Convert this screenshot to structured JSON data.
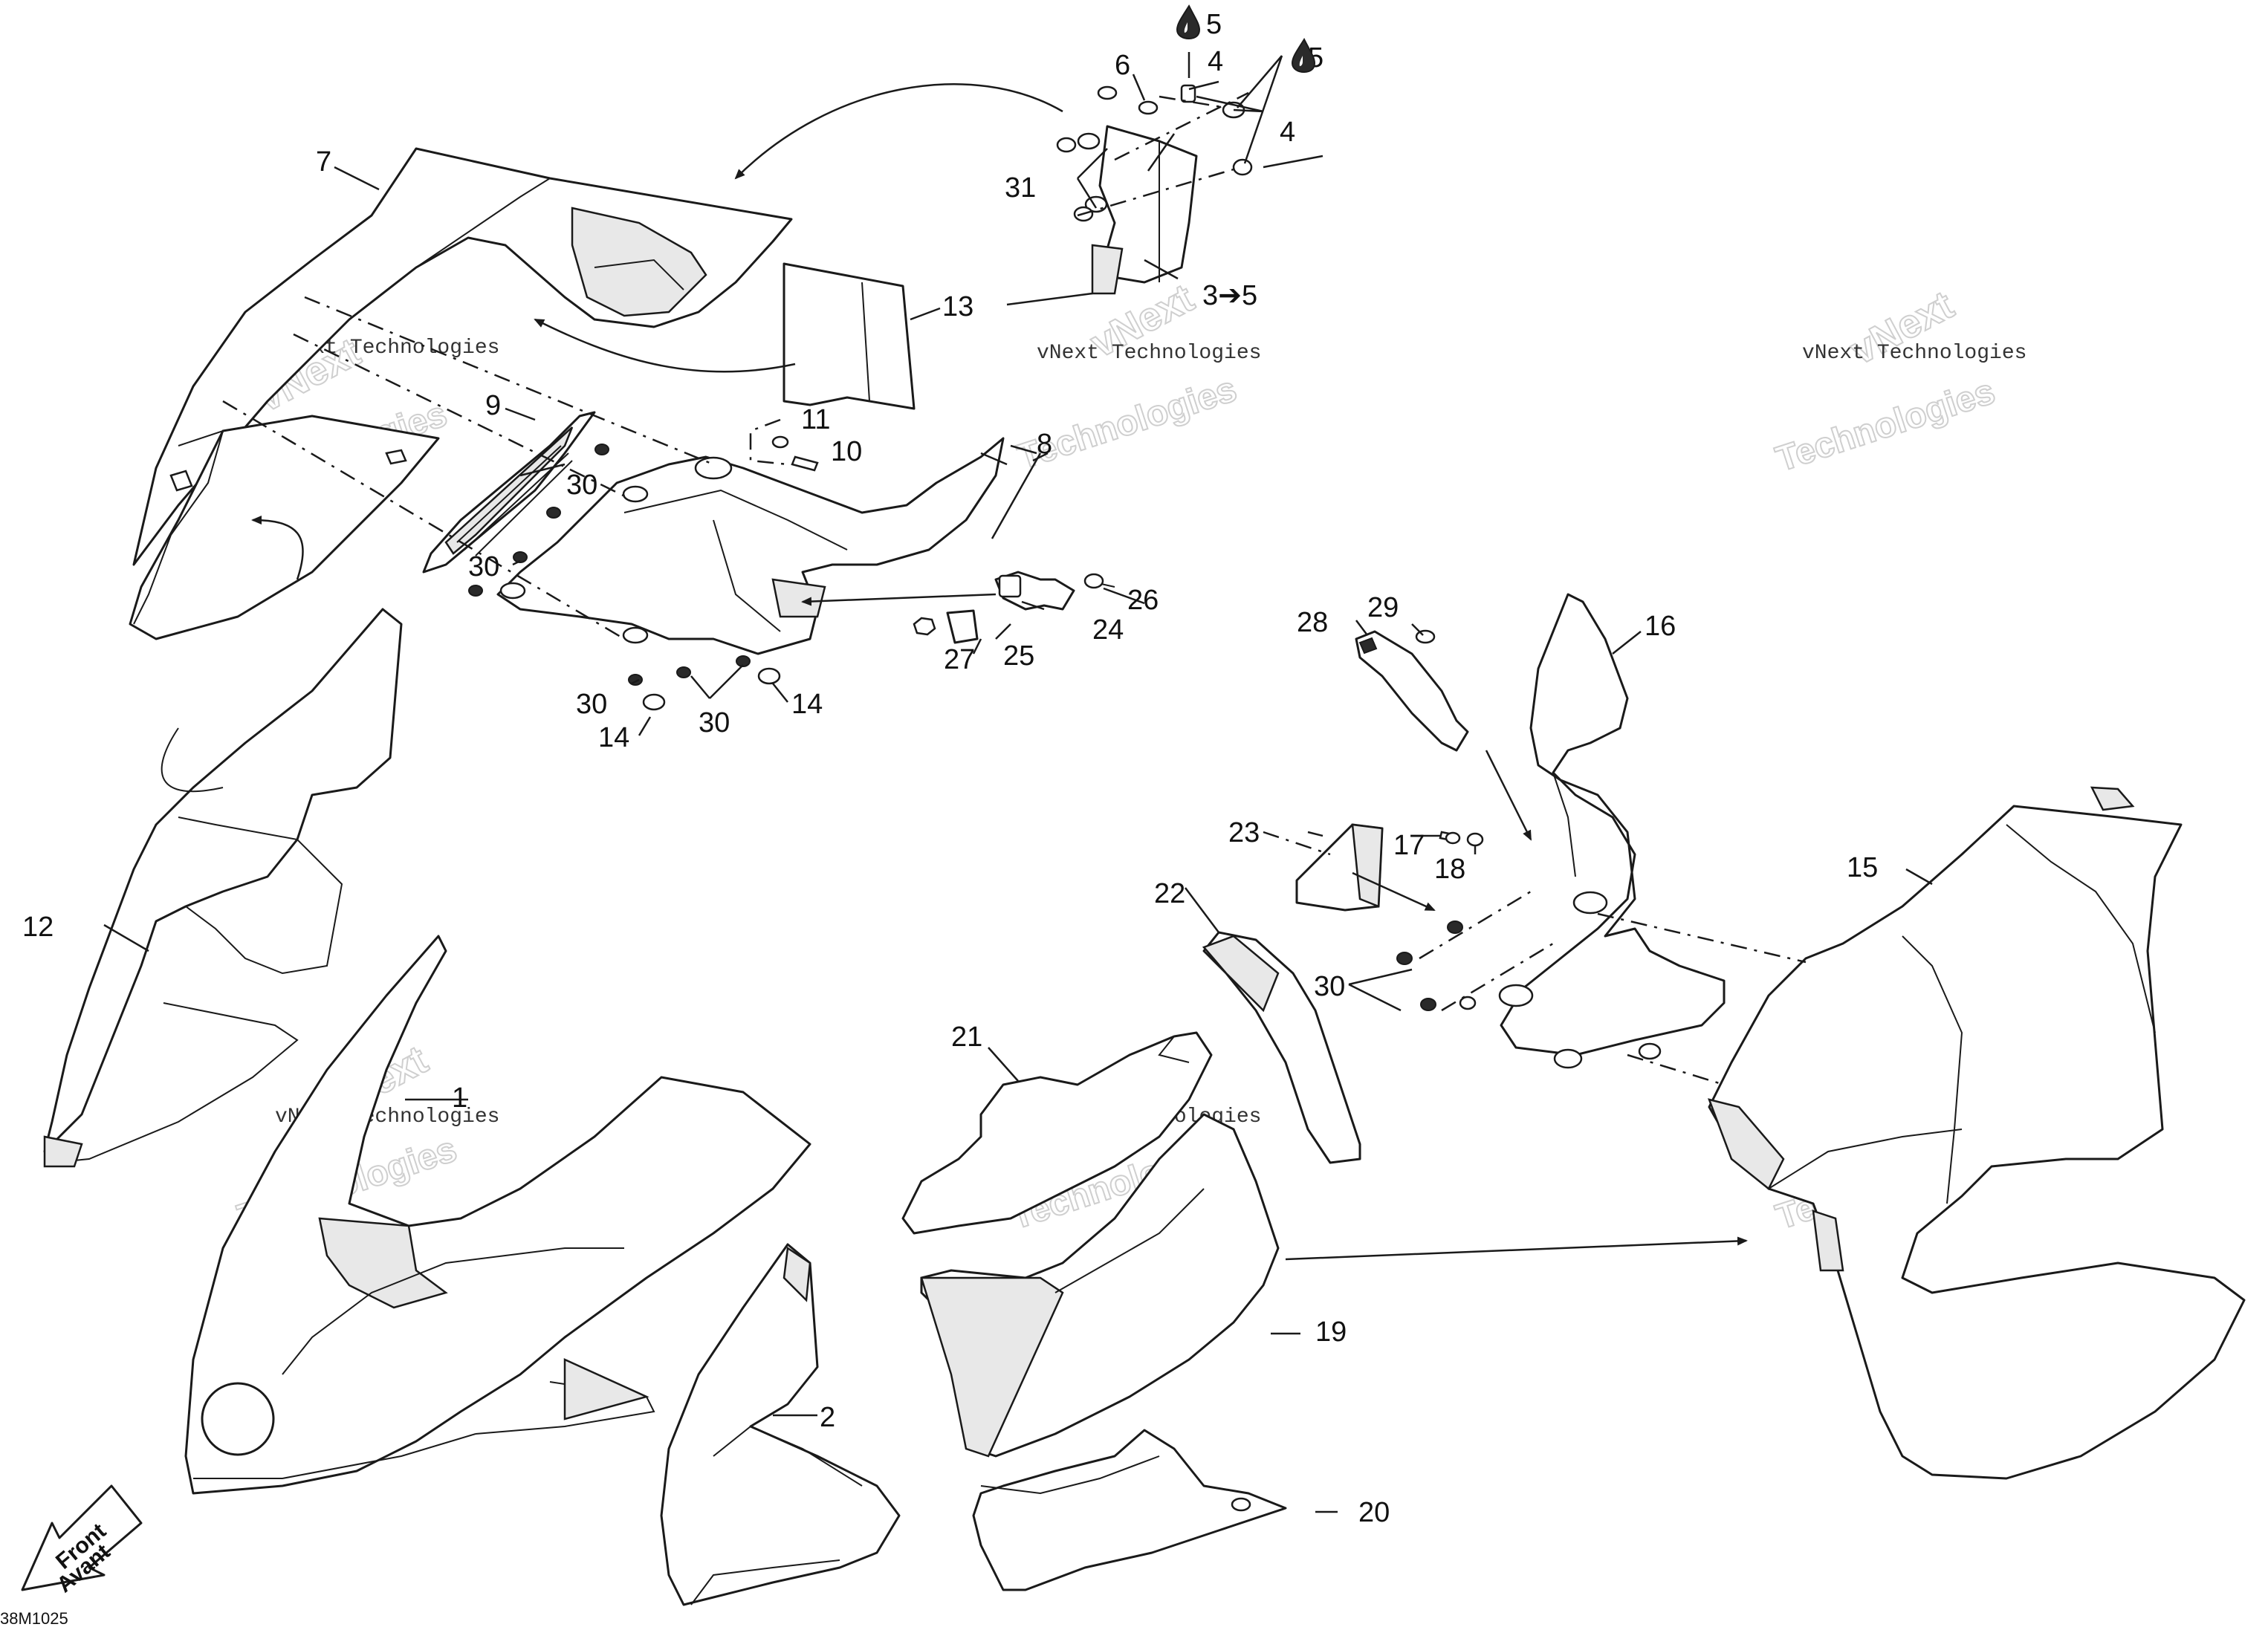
{
  "diagram_code": "38M1025",
  "watermark": {
    "line1": "vNext Technologies",
    "line2": "vNext",
    "line3": "Technologies"
  },
  "front_badge": {
    "line1": "Front",
    "line2": "Avant"
  },
  "callouts": {
    "c1": "1",
    "c2": "2",
    "c3": "3➔5",
    "c4a": "4",
    "c4b": "4",
    "c5a": "5",
    "c5b": "5",
    "c6": "6",
    "c7": "7",
    "c8": "8",
    "c9": "9",
    "c10": "10",
    "c11": "11",
    "c12": "12",
    "c13": "13",
    "c14a": "14",
    "c14b": "14",
    "c15": "15",
    "c16": "16",
    "c17": "17",
    "c18": "18",
    "c19": "19",
    "c20": "20",
    "c21": "21",
    "c22": "22",
    "c23": "23",
    "c24": "24",
    "c25": "25",
    "c26": "26",
    "c27": "27",
    "c28": "28",
    "c29": "29",
    "c30a": "30",
    "c30b": "30",
    "c30c": "30",
    "c30d": "30",
    "c30e": "30",
    "c31": "31"
  }
}
